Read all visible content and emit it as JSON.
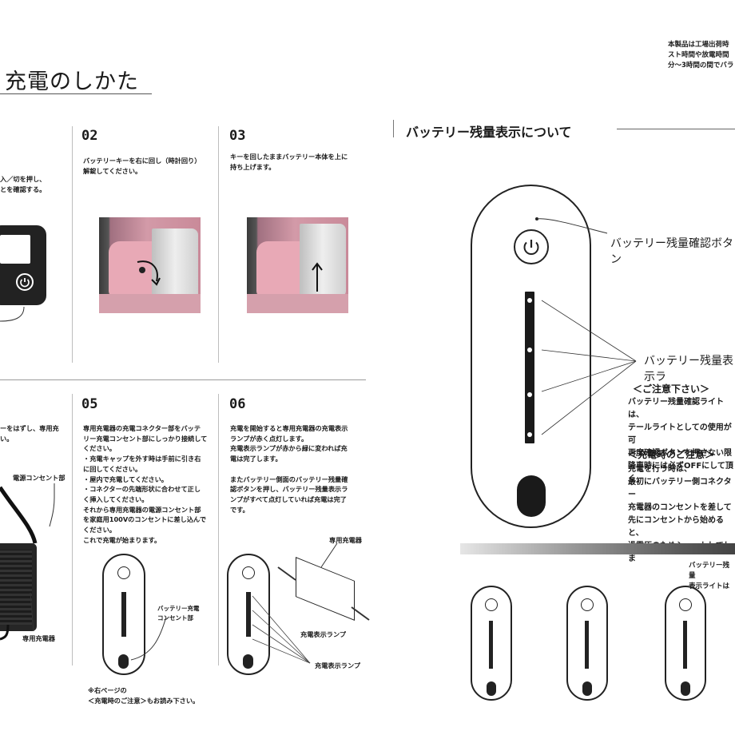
{
  "page": {
    "title": "充電のしかた",
    "top_note": [
      "本製品は工場出荷時",
      "スト時間や放電時間",
      "分～3時間の間でバラ"
    ]
  },
  "steps": {
    "s01": {
      "lines": [
        "入／切を押し、",
        "とを確認する。"
      ]
    },
    "s02": {
      "num": "02",
      "lines": [
        "バッテリーキーを右に回し（時計回り）",
        "解錠してください。"
      ]
    },
    "s03": {
      "num": "03",
      "lines": [
        "キーを回したままバッテリー本体を上に",
        "持ち上げます。"
      ]
    },
    "s04": {
      "lines": [
        "ーをはずし、専用充",
        "い。"
      ],
      "label_outlet": "電源コンセント部",
      "label_charger": "専用充電器"
    },
    "s05": {
      "num": "05",
      "lines": [
        "専用充電器の充電コネクター部をバッテ",
        "リー充電コンセント部にしっかり接続して",
        "ください。",
        "・充電キャップを外す時は手前に引き右",
        "に回してください。",
        "・屋内で充電してください。",
        "・コネクターの先端形状に合わせて正し",
        "く挿入してください。",
        "それから専用充電器の電源コンセント部",
        "を家庭用100Vのコンセントに差し込んで",
        "ください。",
        "これで充電が始まります。"
      ],
      "label_port": [
        "バッテリー充電",
        "コンセント部"
      ],
      "footnote": [
        "※右ページの",
        "＜充電時のご注意＞もお読み下さい。"
      ]
    },
    "s06": {
      "num": "06",
      "lines": [
        "充電を開始すると専用充電器の充電表示",
        "ランプが赤く点灯します。",
        "充電表示ランプが赤から緑に変われば充",
        "電は完了します。",
        "",
        "またバッテリー側面のバッテリー残量確",
        "認ボタンを押し、バッテリー残量表示ラ",
        "ンプがすべて点灯していれば充電は完了",
        "です。"
      ],
      "label_charger": "専用充電器",
      "label_lamp": "充電表示ランプ",
      "label_lamp2": "充電表示ランプ"
    }
  },
  "right": {
    "heading": "バッテリー残量表示について",
    "label_button": "バッテリー残量確認ボタン",
    "label_indicator": "バッテリー残量表示ラ",
    "caution_title": "＜ご注意下さい＞",
    "caution_lines": [
      "バッテリー残量確認ライトは、",
      "テールライトとしての使用が可",
      "再度確認ボタンを押さない限",
      "降車時には必ずOFFにして頂く"
    ],
    "charge_title": "＜充電時のご注意＞",
    "charge_lines": [
      "充電を行う時は、",
      "最初にバッテリー側コネクター",
      "充電器のコンセントを差して",
      "先にコンセントから始めると、",
      "過電圧のためショートしてしま"
    ],
    "gradient_label": [
      "バッテリー残量",
      "表示ライトは"
    ]
  }
}
